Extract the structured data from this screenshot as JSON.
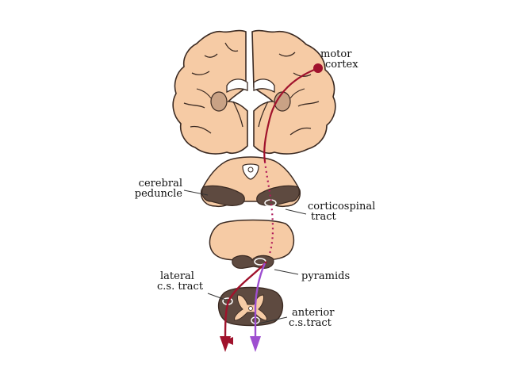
{
  "labels": {
    "motor_cortex": [
      "motor",
      "cortex"
    ],
    "cerebral_peduncle": [
      "cerebral",
      "peduncle"
    ],
    "corticospinal_tract": [
      "corticospinal",
      "tract"
    ],
    "pyramids": [
      "pyramids"
    ],
    "lateral_cs_tract": [
      "lateral",
      "c.s. tract"
    ],
    "anterior_cs_tract": [
      "anterior",
      "c.s.tract"
    ]
  },
  "colors": {
    "tissue": "#f6cba5",
    "tissue_outline": "#3b2a22",
    "dark_tissue": "#5e4a40",
    "lateral_tract": "#a0122c",
    "anterior_tract": "#9e4fd0",
    "dotted_tract": "#b01a5a",
    "leader_line": "#333333"
  }
}
